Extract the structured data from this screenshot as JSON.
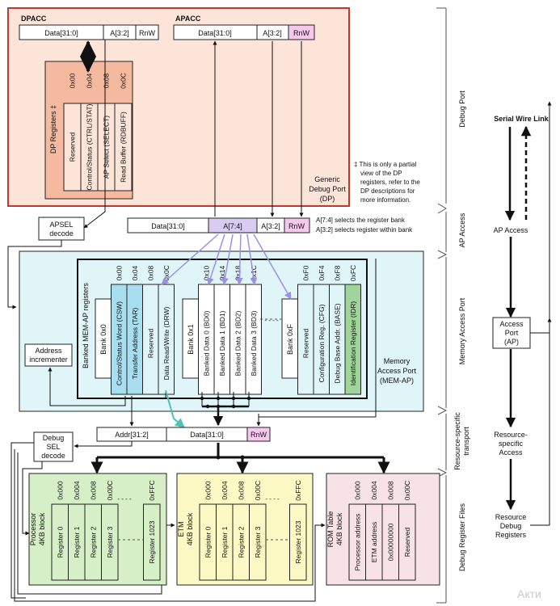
{
  "dpacc": {
    "title": "DPACC",
    "data": "Data[31:0]",
    "addr": "A[3:2]",
    "rnw": "RnW"
  },
  "apacc": {
    "title": "APACC",
    "data": "Data[31:0]",
    "addr": "A[3:2]",
    "rnw": "RnW"
  },
  "dp_registers": {
    "title": "DP Registers ‡",
    "addresses": [
      "0x00",
      "0x04",
      "0x08",
      "0x0C"
    ],
    "registers": [
      "Reserved",
      "Control/Status (CTRL/STAT)",
      "AP Select (SELECT)",
      "Read Buffer (RDBUFF)"
    ]
  },
  "generic_dp": {
    "lines": [
      "Generic",
      "Debug Port",
      "(DP)"
    ]
  },
  "footnote": {
    "lines": [
      "‡ This is only a partial",
      "view of the DP",
      "registers, refer to the",
      "DP descriptions for",
      "more information."
    ]
  },
  "apsel": {
    "lines": [
      "APSEL",
      "decode"
    ]
  },
  "ap_access_bus": {
    "data": "Data[31:0]",
    "bank": "A[7:4]",
    "addr": "A[3:2]",
    "rnw": "RnW",
    "note1": "A[7:4] selects the register bank",
    "note2": "A[3:2] selects register within bank"
  },
  "memap": {
    "title": "Banked MEM-AP registers",
    "addresses": [
      "0x00",
      "0x04",
      "0x08",
      "0x0C",
      "0x10",
      "0x14",
      "0x18",
      "0x1C",
      "0xF0",
      "0xF4",
      "0xF8",
      "0xFC"
    ],
    "bank0": [
      "Bank 0x0",
      "Control/Status Word (CSW)",
      "Transfer Address (TAR)",
      "Reserved",
      "Data Read/Write (DRW)"
    ],
    "bank1": [
      "Bank 0x1",
      "Banked Data 0 (BD0)",
      "Banked Data 1 (BD1)",
      "Banked Data 2 (BD2)",
      "Banked Data 3 (BD3)"
    ],
    "bankf": [
      "Bank 0xF",
      "Reserved",
      "Configuration Reg. (CFG)",
      "Debug Base Addr. (BASE)",
      "Identification Register (IDR)"
    ],
    "dots": "- - - -",
    "label": [
      "Memory",
      "Access Port",
      "(MEM-AP)"
    ],
    "addr_inc": [
      "Address",
      "incrementer"
    ]
  },
  "debug_sel": {
    "lines": [
      "Debug",
      "SEL",
      "decode"
    ]
  },
  "transport_bus": {
    "addr": "Addr[31:2]",
    "data": "Data[31:0]",
    "rnw": "RnW"
  },
  "processor_block": {
    "title": [
      "Processor",
      "4KB block"
    ],
    "addresses": [
      "0x000",
      "0x004",
      "0x008",
      "0x00C",
      "0xFFC"
    ],
    "registers": [
      "Register 0",
      "Register 1",
      "Register 2",
      "Register 3",
      "Register 1023"
    ],
    "dots": "- - - -"
  },
  "etm_block": {
    "title": [
      "ETM",
      "4KB block"
    ],
    "addresses": [
      "0x000",
      "0x004",
      "0x008",
      "0x00C",
      "0xFFC"
    ],
    "registers": [
      "Register 0",
      "Register 1",
      "Register 2",
      "Register 3",
      "Register 1023"
    ],
    "dots": "- - - -"
  },
  "rom_block": {
    "title": [
      "ROM Table",
      "4KB block"
    ],
    "addresses": [
      "0x000",
      "0x004",
      "0x008",
      "0x00C"
    ],
    "registers": [
      "Processor address",
      "ETM address",
      "0x00000000",
      "Reserved"
    ]
  },
  "side_labels": {
    "debug_port": "Debug Port",
    "ap_access": "AP Access",
    "memory_access_port": "Memory Access Port",
    "resource_transport": [
      "Resource-specific",
      "transport"
    ],
    "debug_register_files": "Debug Register Files"
  },
  "flow": {
    "serial_wire": "Serial Wire Link",
    "ap_access": "AP Access",
    "access_port": [
      "Access",
      "Port",
      "(AP)"
    ],
    "resource_access": [
      "Resource-",
      "specific",
      "Access"
    ],
    "resource_regs": [
      "Resource",
      "Debug",
      "Registers"
    ]
  },
  "watermark": "Акти",
  "colors": {
    "dp_fill": "#fde4d8",
    "dp_border": "#c0392b",
    "memap_fill": "#e0f5f8",
    "cyan_reg": "#a7dff0",
    "lavender": "#d9ccf2",
    "pink": "#f6c8ee",
    "green_block": "#d6efc7",
    "green_reg": "#9fd49b",
    "yellow_block": "#fdf9c4",
    "rom_block": "#f7e3e6",
    "arrow_lilac": "#a99be8",
    "arrow_teal": "#4fc1b9"
  }
}
